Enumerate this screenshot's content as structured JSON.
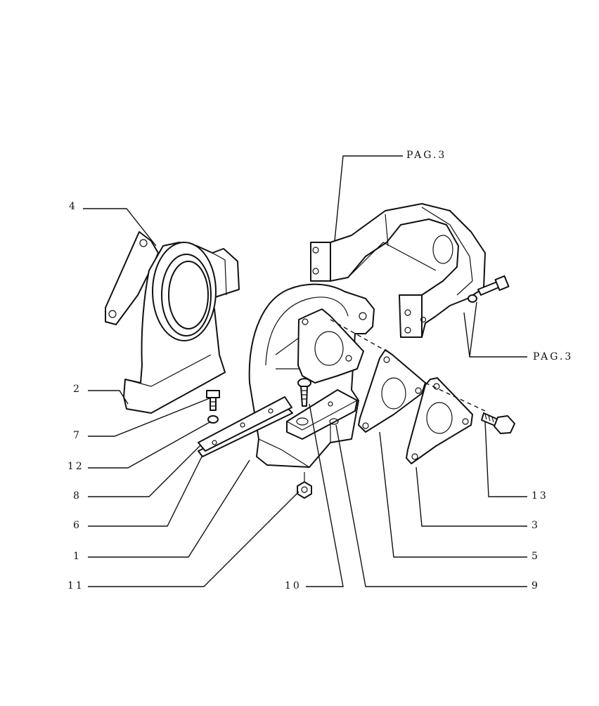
{
  "callouts": {
    "c1": "1",
    "c2": "2",
    "c3": "3",
    "c4": "4",
    "c5": "5",
    "c6": "6",
    "c7": "7",
    "c8": "8",
    "c9": "9",
    "c10": "10",
    "c11": "11",
    "c12": "12",
    "c13": "13",
    "pag_top": "PAG.3",
    "pag_right": "PAG.3"
  }
}
